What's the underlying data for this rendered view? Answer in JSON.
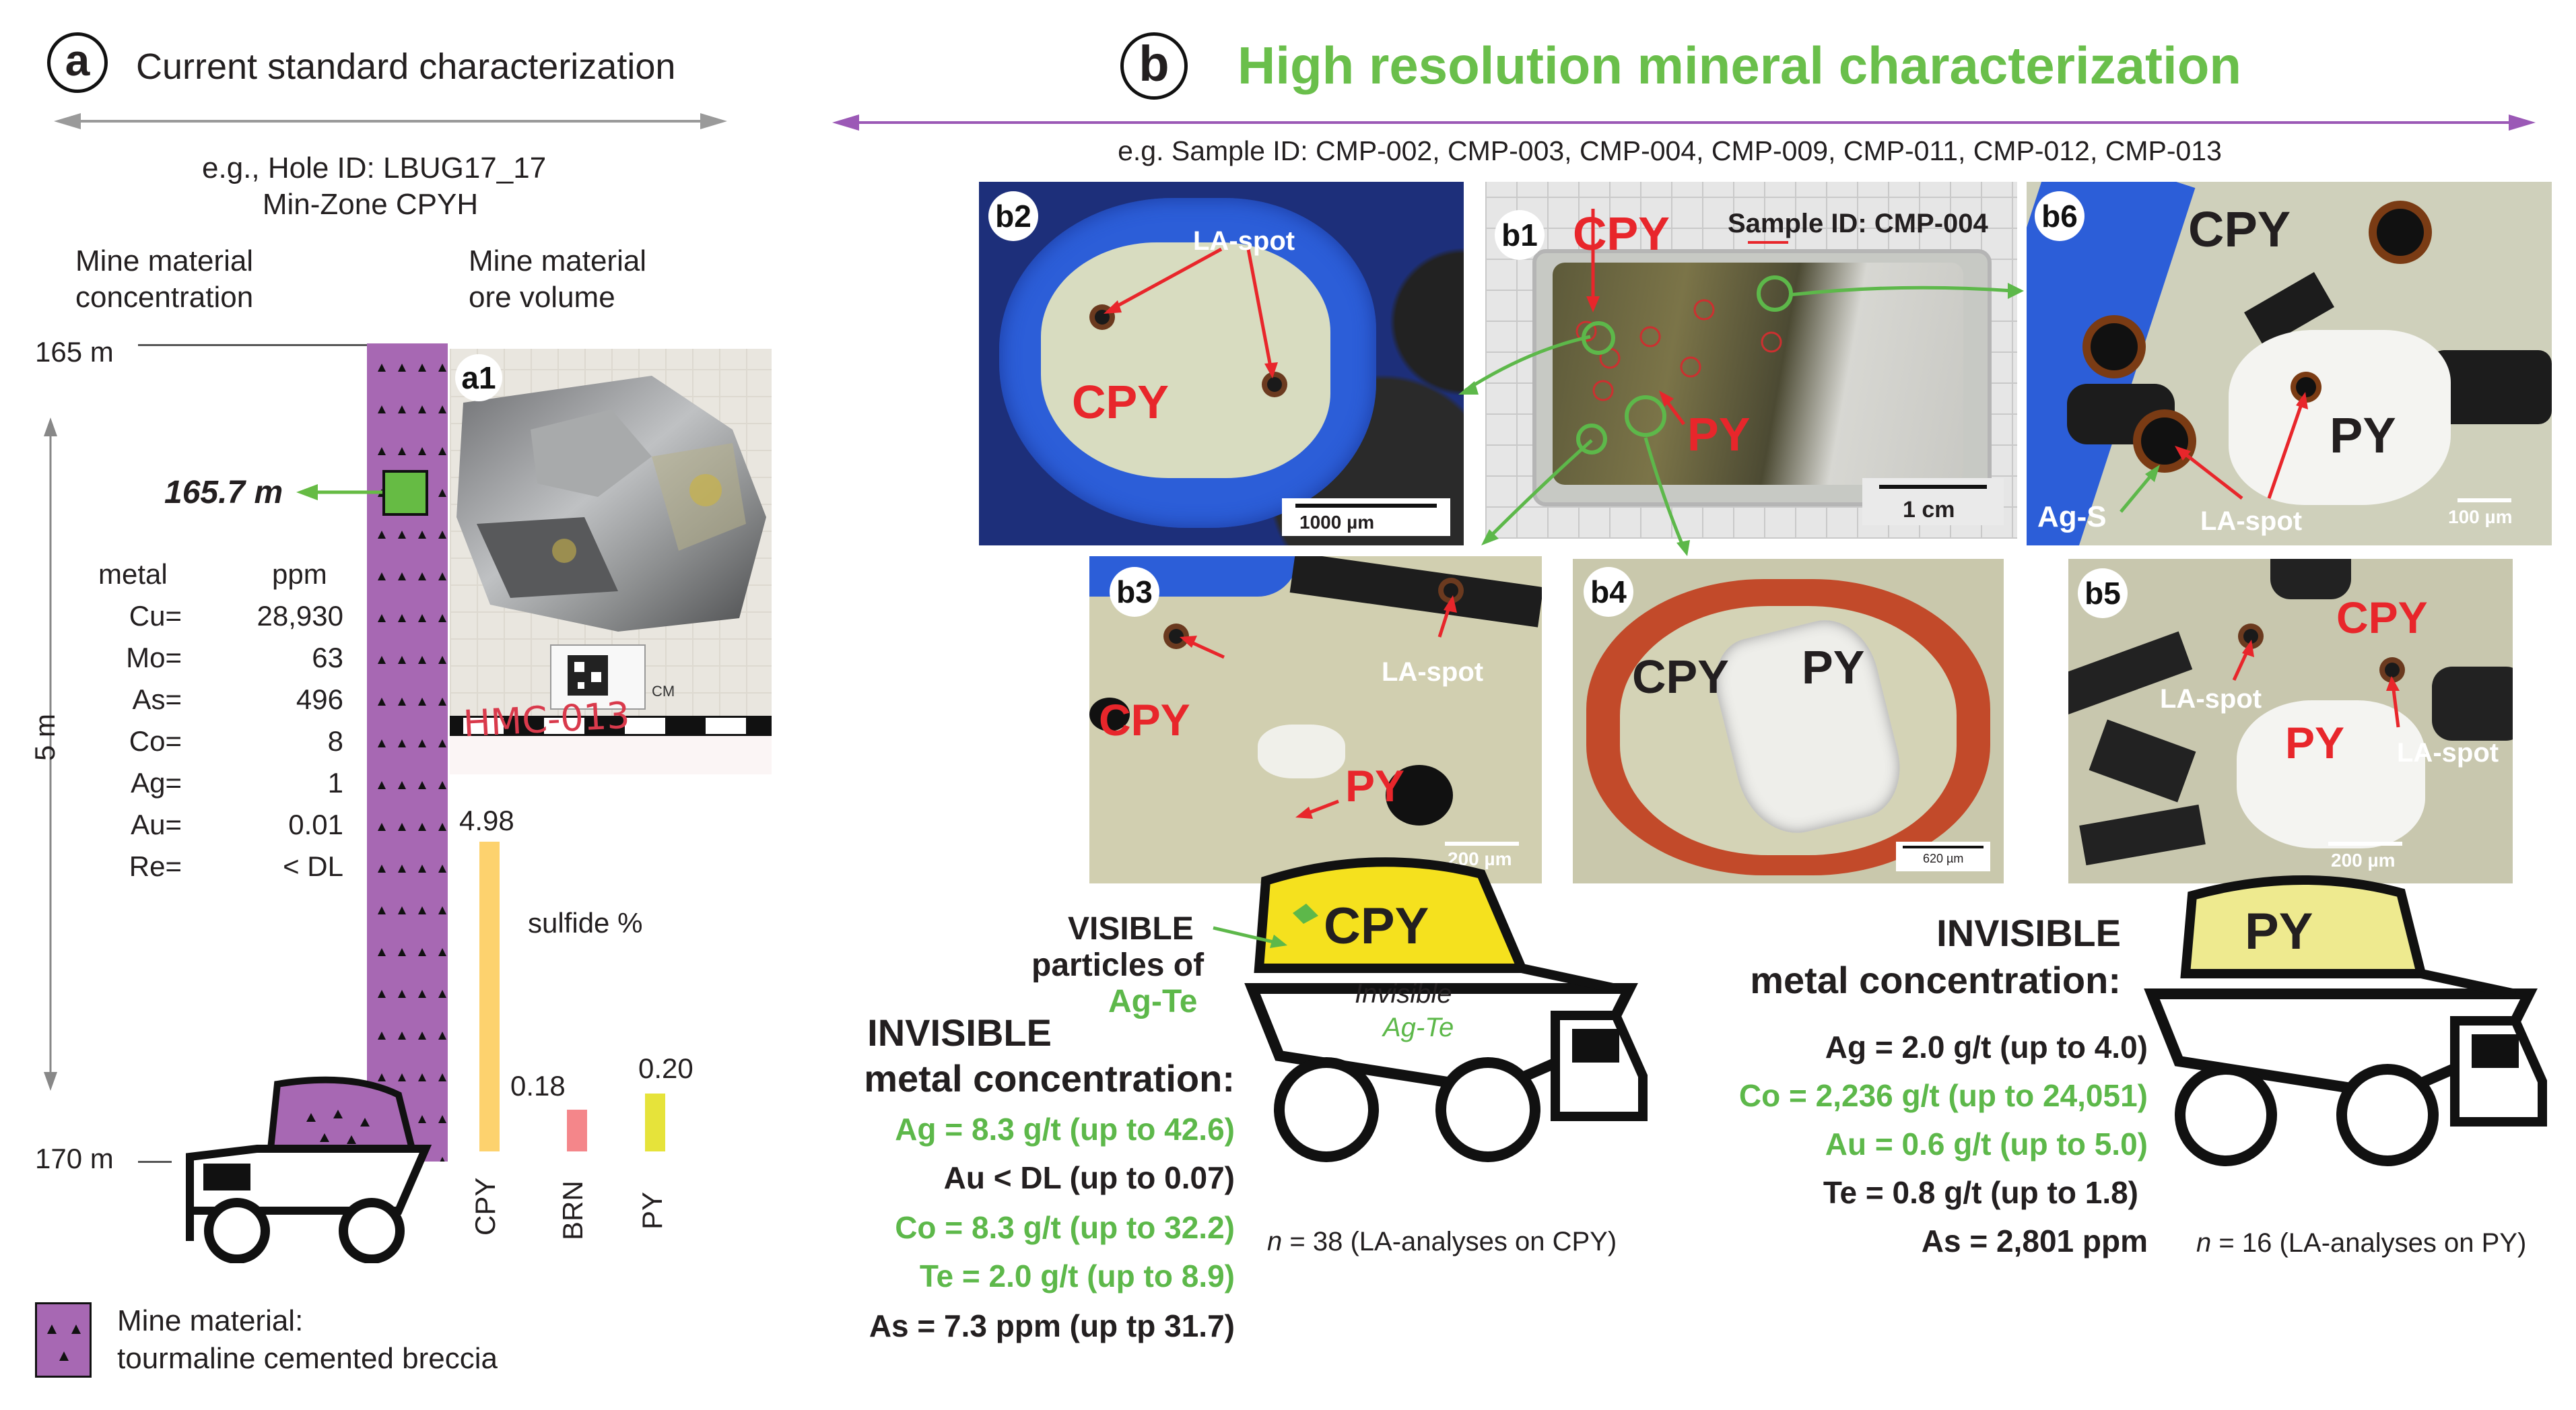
{
  "panel_a": {
    "letter": "a",
    "title": "Current standard characterization",
    "hole_line1": "e.g., Hole ID: LBUG17_17",
    "hole_line2": "Min-Zone CPYH",
    "col1_line1": "Mine material",
    "col1_line2": "concentration",
    "col2_line1": "Mine material",
    "col2_line2": "ore volume",
    "depth_top": "165 m",
    "depth_bottom": "170 m",
    "interval": "5 m",
    "sample_depth": "165.7 m",
    "metal_header": "metal",
    "ppm_header": "ppm",
    "metals": [
      {
        "name": "Cu=",
        "value": "28,930"
      },
      {
        "name": "Mo=",
        "value": "63"
      },
      {
        "name": "As=",
        "value": "496"
      },
      {
        "name": "Co=",
        "value": "8"
      },
      {
        "name": "Ag=",
        "value": "1"
      },
      {
        "name": "Au=",
        "value": "0.01"
      },
      {
        "name": "Re=",
        "value": "< DL"
      }
    ],
    "photo_label": "a1",
    "photo_tag": "HMC-013",
    "photo_cm": "CM",
    "sulfide_label": "sulfide %",
    "sulfide_bars": [
      {
        "name": "CPY",
        "value": 4.98,
        "value_label": "4.98",
        "color": "#fdd26e"
      },
      {
        "name": "BRN",
        "value": 0.18,
        "value_label": "0.18",
        "color": "#f4868a"
      },
      {
        "name": "PY",
        "value": 0.2,
        "value_label": "0.20",
        "color": "#e6e33a"
      }
    ],
    "legend_line1": "Mine material:",
    "legend_line2": "tourmaline cemented breccia",
    "colors": {
      "breccia": "#a768b3",
      "sample": "#66bb44",
      "arrow": "#9a9a9a"
    }
  },
  "panel_b": {
    "letter": "b",
    "title": "High resolution mineral characterization",
    "sample_ids": "e.g. Sample ID: CMP-002, CMP-003, CMP-004, CMP-009, CMP-011, CMP-012, CMP-013",
    "b1": {
      "label": "b1",
      "cpy": "CPY",
      "py": "PY",
      "sample": "Sample ID: CMP-004",
      "scale": "1 cm"
    },
    "b2": {
      "label": "b2",
      "spot": "LA-spot",
      "cpy": "CPY",
      "scale": "1000 µm"
    },
    "b3": {
      "label": "b3",
      "spot": "LA-spot",
      "cpy": "CPY",
      "py": "PY",
      "scale": "200 µm"
    },
    "b4": {
      "label": "b4",
      "cpy": "CPY",
      "py": "PY",
      "scale": "620 µm"
    },
    "b5": {
      "label": "b5",
      "spot1": "LA-spot",
      "spot2": "LA-spot",
      "cpy": "CPY",
      "py": "PY",
      "scale": "200 µm"
    },
    "b6": {
      "label": "b6",
      "cpy": "CPY",
      "py": "PY",
      "ags": "Ag-S",
      "spot": "LA-spot",
      "scale": "100 µm"
    },
    "cpy_truck": {
      "load": "CPY",
      "visible_1": "VISIBLE",
      "visible_2": "particles of",
      "visible_3": "Ag-Te",
      "invisible_1": "Invisible",
      "invisible_2": "Ag-Te",
      "heading_1": "INVISIBLE",
      "heading_2": "metal concentration:",
      "rows": [
        {
          "text": "Ag = 8.3 g/t (up to 42.6)",
          "color": "#5db84a"
        },
        {
          "text": "Au < DL (up to 0.07)",
          "color": "#231f20"
        },
        {
          "text": "Co = 8.3 g/t (up to 32.2)",
          "color": "#5db84a"
        },
        {
          "text": "Te = 2.0 g/t (up to 8.9)",
          "color": "#5db84a"
        },
        {
          "text": "As = 7.3 ppm (up tp 31.7)",
          "color": "#231f20"
        }
      ],
      "n_italic": "n",
      "n_text": " = 38 (LA-analyses on CPY)",
      "load_color": "#f5e11e"
    },
    "py_truck": {
      "load": "PY",
      "heading_1": "INVISIBLE",
      "heading_2": "metal concentration:",
      "rows": [
        {
          "text": "Ag = 2.0 g/t (up to 4.0)",
          "color": "#231f20"
        },
        {
          "text": "Co = 2,236 g/t (up to 24,051)",
          "color": "#5db84a"
        },
        {
          "text": "Au = 0.6 g/t (up to 5.0)",
          "color": "#5db84a"
        },
        {
          "text": "Te = 0.8 g/t (up to 1.8)",
          "color": "#231f20"
        },
        {
          "text": "As = 2,801 ppm",
          "color": "#231f20"
        }
      ],
      "n_italic": "n",
      "n_text": " = 16 (LA-analyses on PY)",
      "load_color": "#eeea8f"
    },
    "colors": {
      "title": "#6abf4b",
      "arrow": "#9b59b6",
      "marker": "#5db84a",
      "pointer": "#e8262b"
    }
  }
}
